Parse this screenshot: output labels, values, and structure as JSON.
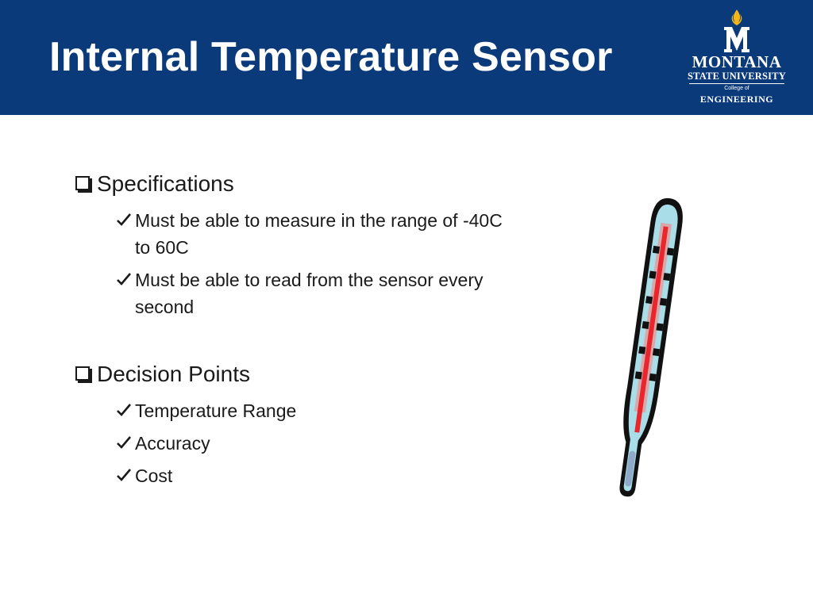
{
  "header": {
    "title": "Internal Temperature Sensor",
    "logo": {
      "line1": "MONTANA",
      "line2": "STATE UNIVERSITY",
      "line3": "College of",
      "line4": "ENGINEERING"
    }
  },
  "sections": [
    {
      "heading": "Specifications",
      "items": [
        "Must be able to measure in the range of -40C to 60C",
        "Must be able to read from the sensor every second"
      ]
    },
    {
      "heading": "Decision Points",
      "items": [
        "Temperature Range",
        "Accuracy",
        "Cost"
      ]
    }
  ],
  "icons": {
    "section_bullet": "checkbox-square-icon",
    "item_bullet": "checkmark-icon",
    "illustration": "thermometer-icon"
  },
  "colors": {
    "header_bg": "#0a3a7a",
    "logo_gold": "#f2b51c",
    "mercury": "#e8262b",
    "glass": "#a9dde8"
  }
}
